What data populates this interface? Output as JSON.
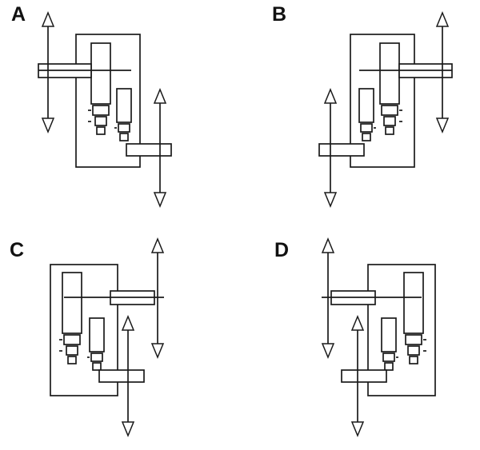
{
  "figure": {
    "description": "Four answer-option schematics (A-D) of a belt-drive gearbox with input and output shafts, each marked with one open and one solid vertical arrow",
    "background_color": "#ffffff",
    "line_color": "#1a1a1a",
    "arrow_styles": {
      "open": {
        "fill": "#ffffff",
        "stroke": "#1a1a1a"
      },
      "solid": {
        "fill": "#000000",
        "stroke": "#000000"
      }
    },
    "panels": [
      {
        "label": "A",
        "top_shaft": {
          "side": "left",
          "up_arrow": "open",
          "down_arrow": "solid"
        },
        "bottom_shaft": {
          "side": "right",
          "up_arrow": "open",
          "down_arrow": "solid"
        }
      },
      {
        "label": "B",
        "top_shaft": {
          "side": "right",
          "up_arrow": "solid",
          "down_arrow": "open"
        },
        "bottom_shaft": {
          "side": "left",
          "up_arrow": "solid",
          "down_arrow": "open"
        }
      },
      {
        "label": "C",
        "top_shaft": {
          "side": "right",
          "up_arrow": "open",
          "down_arrow": "solid"
        },
        "bottom_shaft": {
          "side": "right",
          "up_arrow": "open",
          "down_arrow": "solid"
        }
      },
      {
        "label": "D",
        "top_shaft": {
          "side": "left",
          "up_arrow": "solid",
          "down_arrow": "open"
        },
        "bottom_shaft": {
          "side": "left",
          "up_arrow": "solid",
          "down_arrow": "open"
        }
      }
    ]
  }
}
